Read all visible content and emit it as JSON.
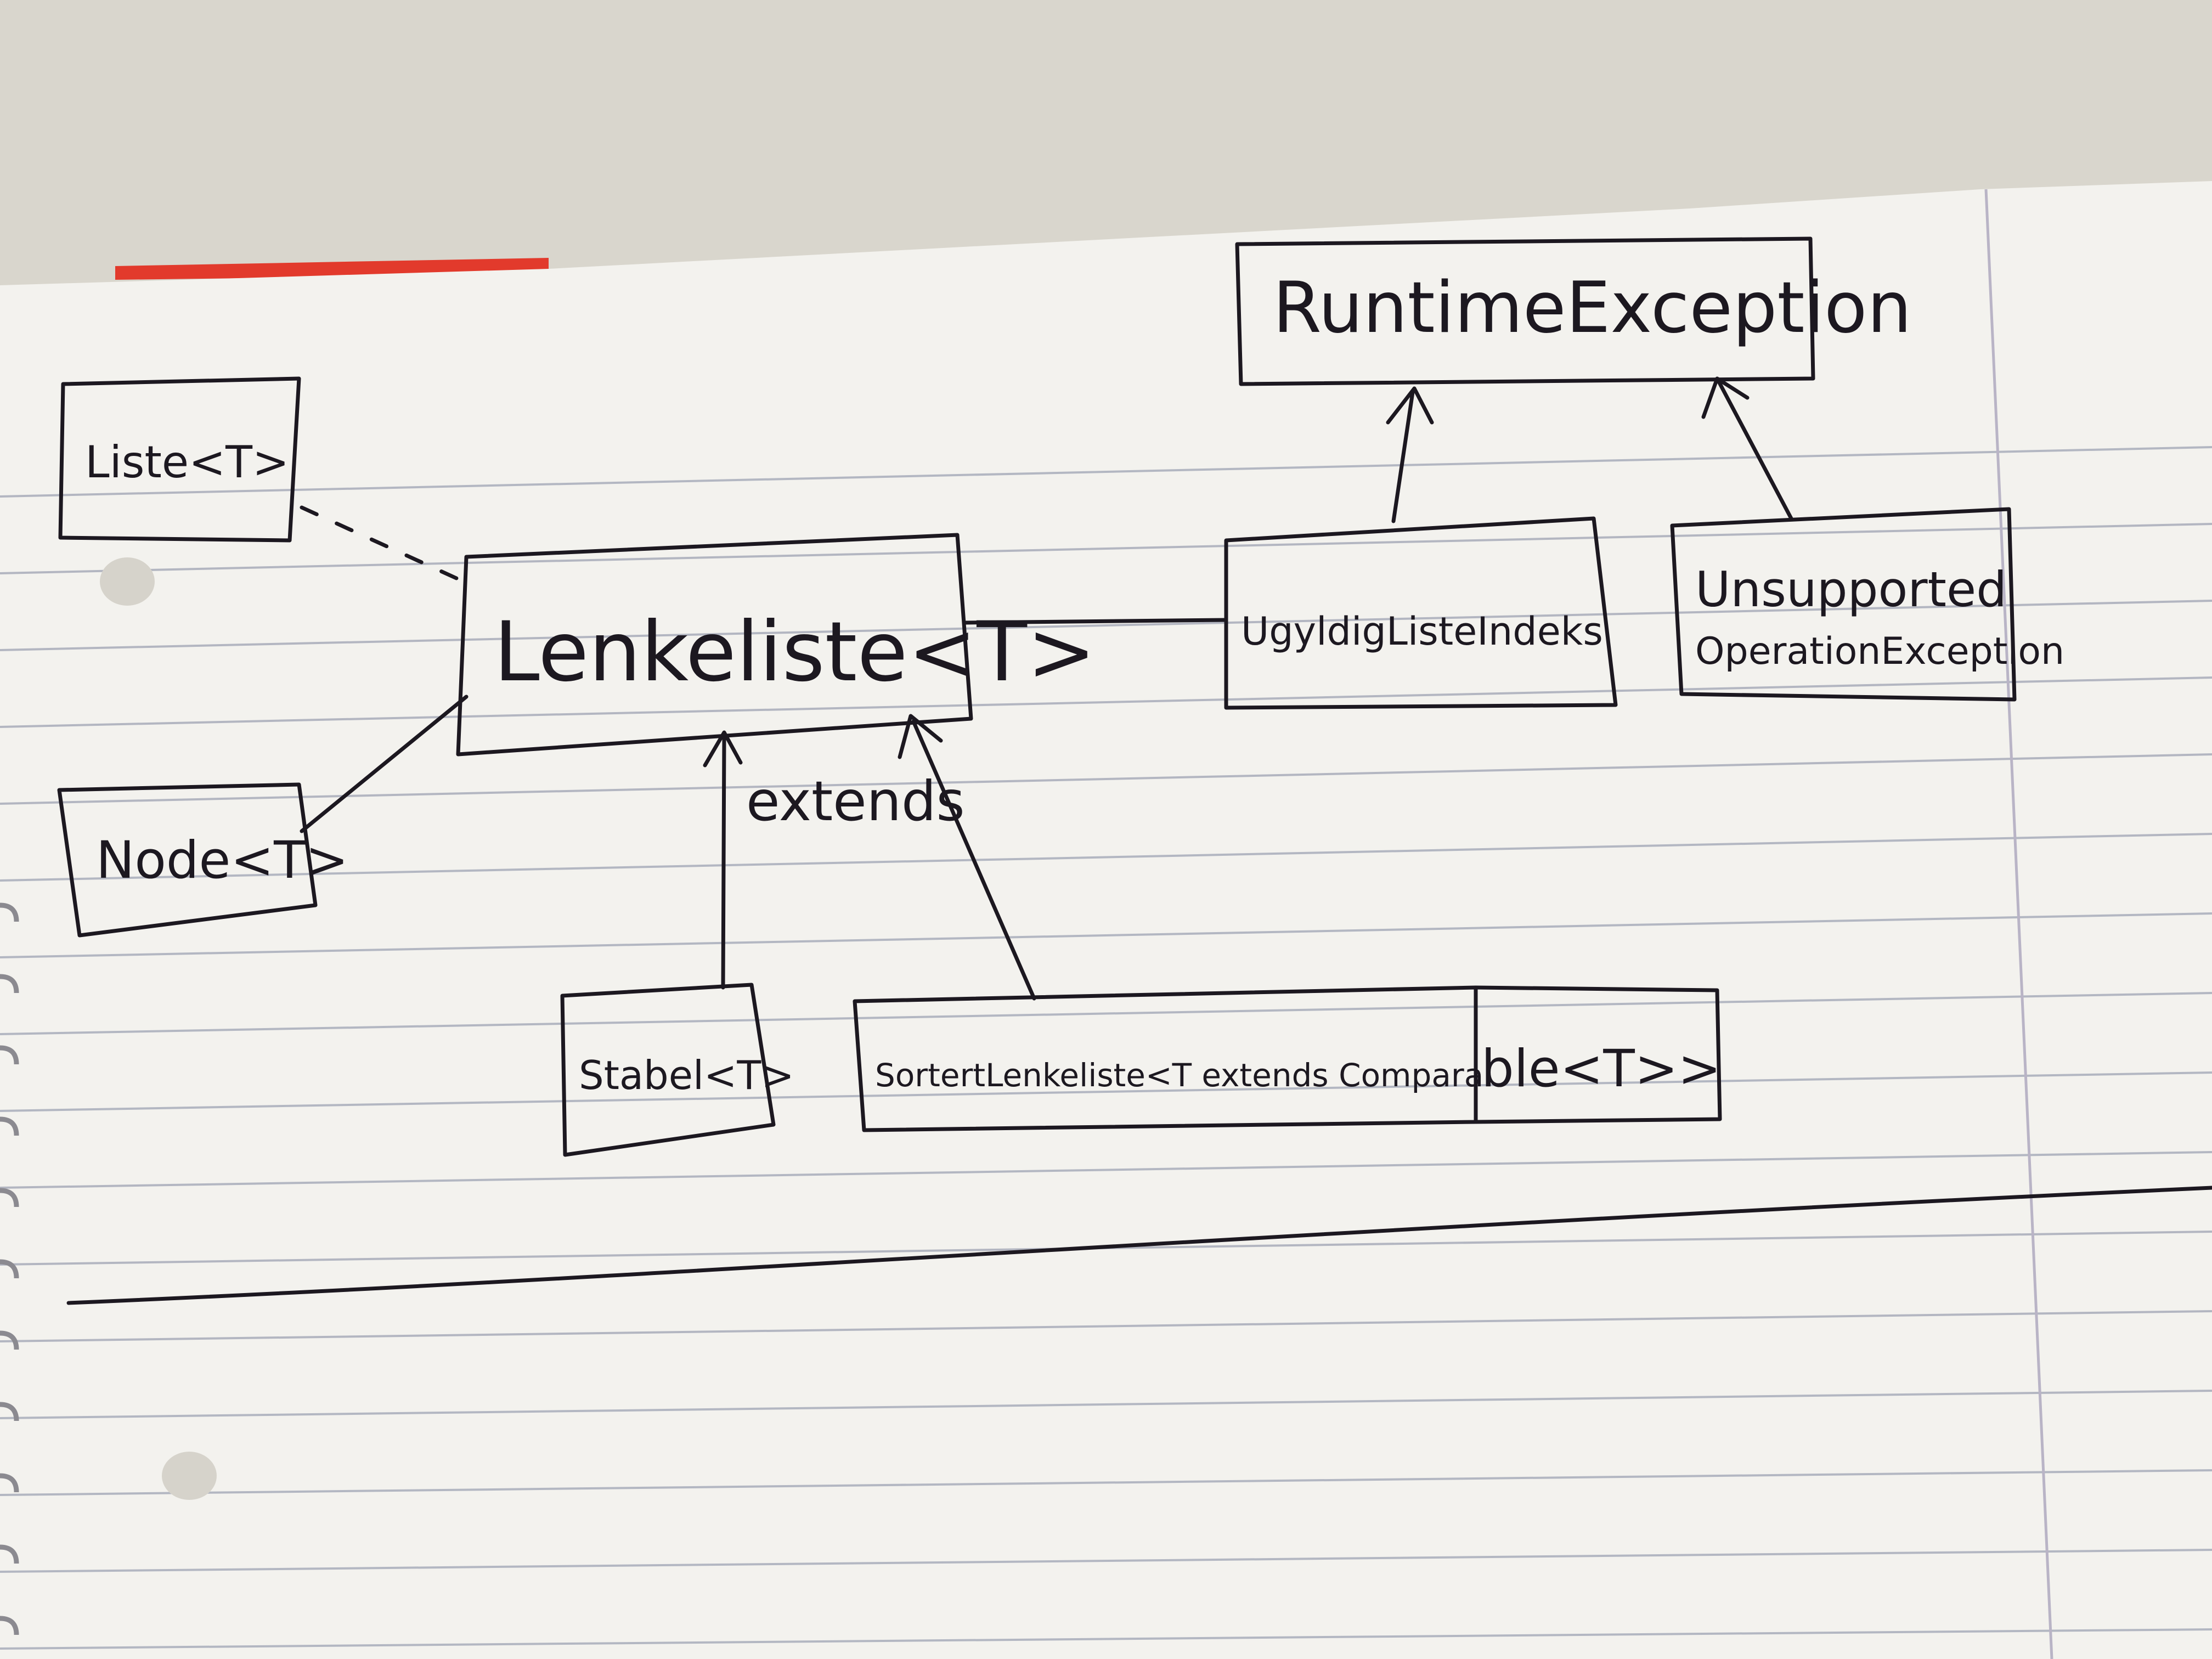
{
  "diagram": {
    "nodes": [
      {
        "id": "runtime-exception",
        "label": "RuntimeException"
      },
      {
        "id": "liste",
        "label": "Liste<T>"
      },
      {
        "id": "lenkeliste",
        "label": "Lenkeliste<T>"
      },
      {
        "id": "ugyldig-liste-indeks",
        "label": "UgyldigListeIndeks"
      },
      {
        "id": "unsupported-operation-exception",
        "label_line1": "Unsupported",
        "label_line2": "OperationException"
      },
      {
        "id": "node",
        "label": "Node<T>"
      },
      {
        "id": "stabel",
        "label": "Stabel<T>"
      },
      {
        "id": "sortert-lenkeliste",
        "label_part1": "SortertLenkeliste<T extends Compara",
        "label_part2": "ble<T>>"
      }
    ],
    "edge_labels": {
      "extends": "extends"
    },
    "colors": {
      "ink": "#1c1820",
      "paper": "#f3f2ee",
      "rule": "#9ea3b3",
      "margin": "#b9b4c6",
      "binder": "#e23a2c"
    }
  }
}
